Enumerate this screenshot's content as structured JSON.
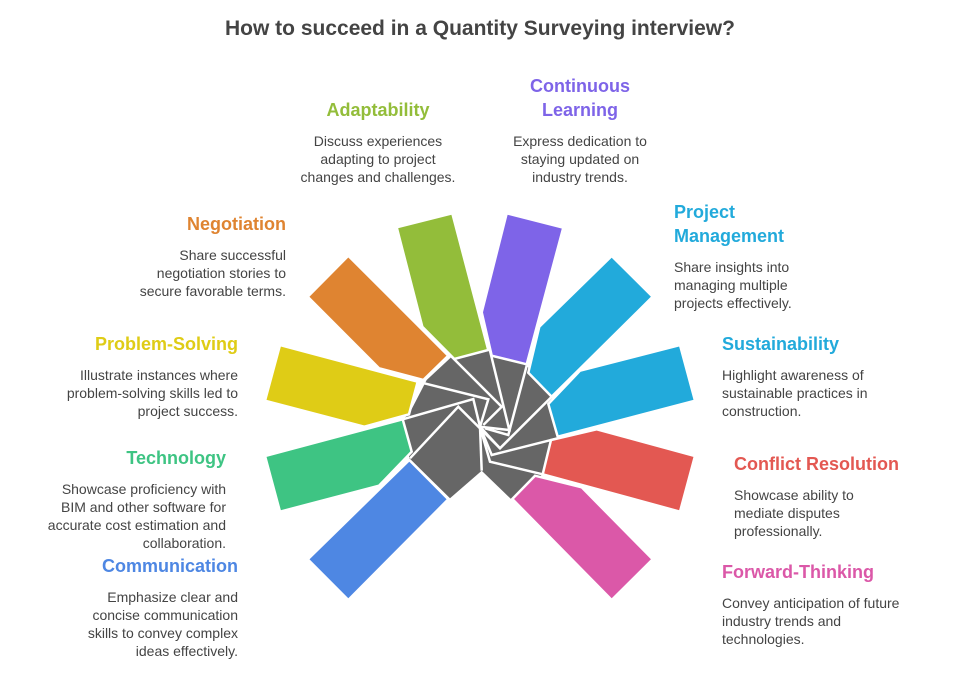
{
  "title": "How to succeed in a Quantity Surveying interview?",
  "items": [
    {
      "heading": "Adaptability",
      "text": "Discuss experiences adapting to project changes and challenges.",
      "color": "#93BD3A"
    },
    {
      "heading": "Continuous Learning",
      "text": "Express dedication to staying updated on industry trends.",
      "color": "#7E64E8"
    },
    {
      "heading": "Negotiation",
      "text": "Share successful negotiation stories to secure favorable terms.",
      "color": "#DF8431"
    },
    {
      "heading": "Problem-Solving",
      "text": "Illustrate instances where problem-solving skills led to project success.",
      "color": "#DFCC16"
    },
    {
      "heading": "Technology",
      "text": "Showcase proficiency with BIM and other software for accurate cost estimation and collaboration.",
      "color": "#3EC483"
    },
    {
      "heading": "Communication",
      "text": "Emphasize clear and concise communication skills to convey complex ideas effectively.",
      "color": "#4E87E3"
    },
    {
      "heading": "Project Management",
      "text": "Share insights into managing multiple projects effectively.",
      "color": "#22AADB"
    },
    {
      "heading": "Sustainability",
      "text": "Highlight awareness of sustainable practices in construction.",
      "color": "#22AADB"
    },
    {
      "heading": "Conflict Resolution",
      "text": "Showcase ability to mediate disputes professionally.",
      "color": "#E35852"
    },
    {
      "heading": "Forward-Thinking",
      "text": "Convey anticipation of future industry trends and technologies.",
      "color": "#DB58A8"
    }
  ]
}
